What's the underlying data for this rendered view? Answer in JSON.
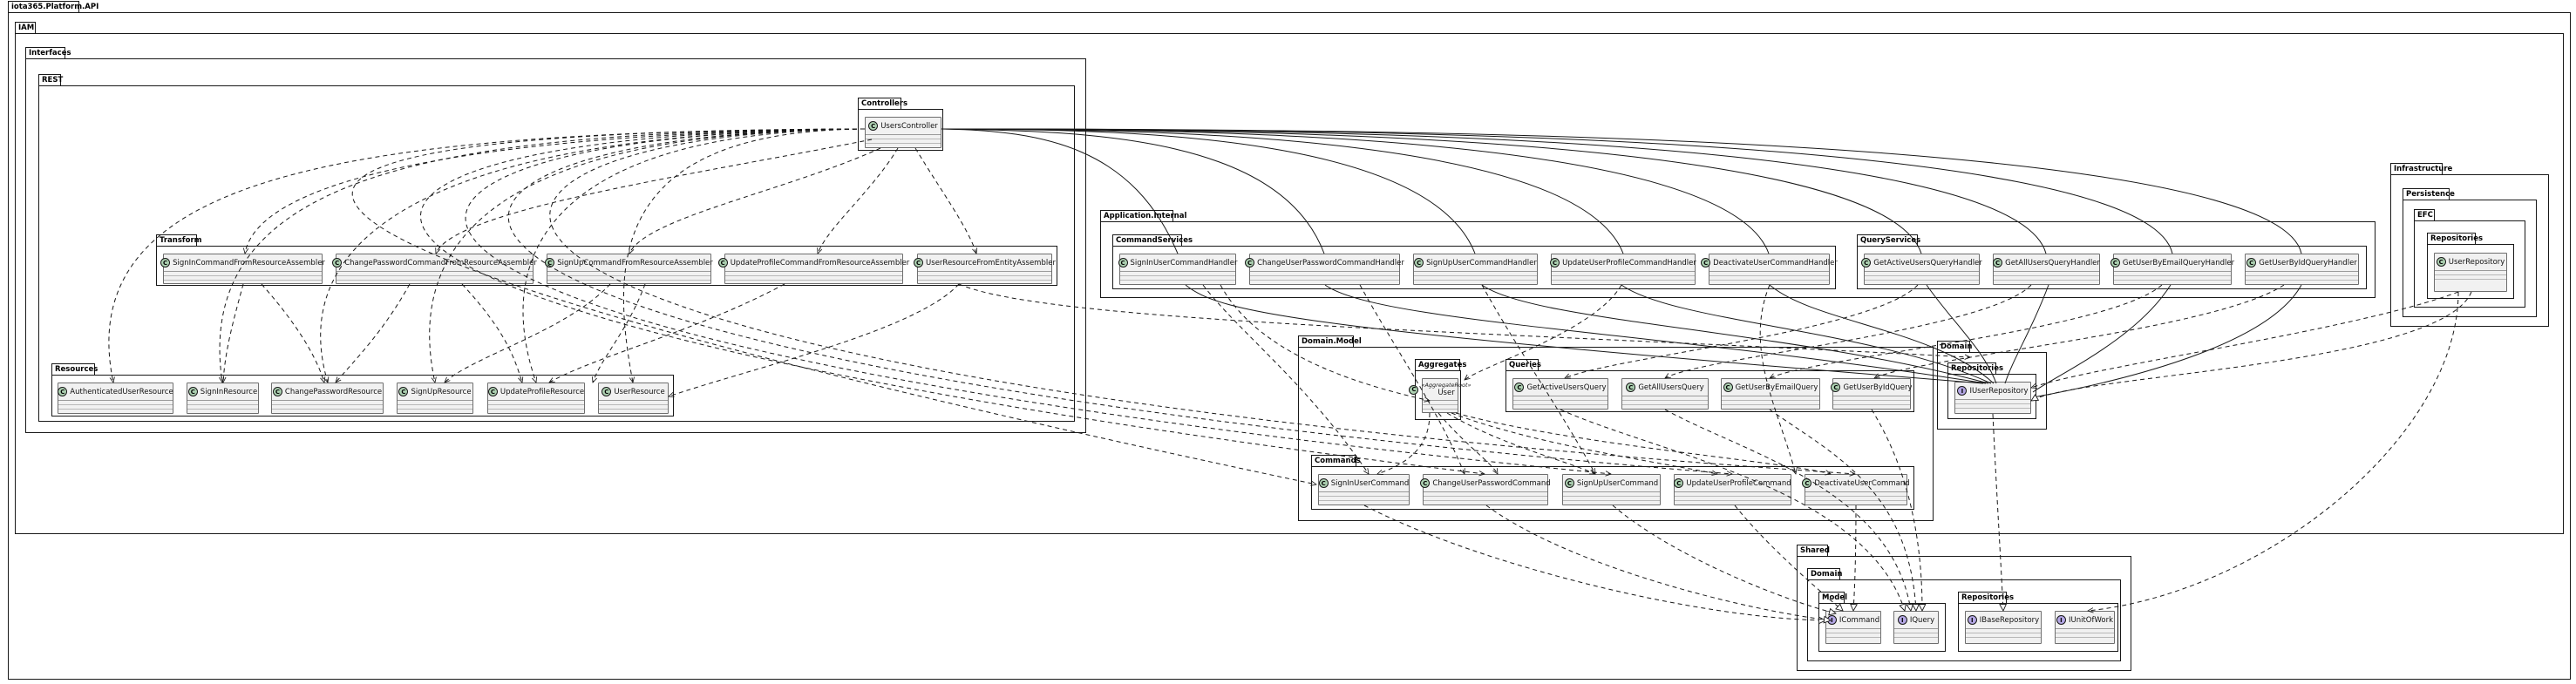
{
  "packages": {
    "root": "iota365.Platform.API",
    "iam": "IAM",
    "interfaces": "Interfaces",
    "rest": "REST",
    "controllers": "Controllers",
    "transform": "Transform",
    "resources": "Resources",
    "application_internal": "Application.Internal",
    "command_services": "CommandServices",
    "query_services": "QueryServices",
    "domain_model": "Domain.Model",
    "aggregates": "Aggregates",
    "queries": "Queries",
    "commands": "Commands",
    "iam_domain": "Domain",
    "iam_domain_repositories": "Repositories",
    "infrastructure": "Infrastructure",
    "persistence": "Persistence",
    "efc": "EFC",
    "efc_repositories": "Repositories",
    "shared": "Shared",
    "shared_domain": "Domain",
    "shared_model": "Model",
    "shared_repositories": "Repositories"
  },
  "classes": {
    "users_controller": {
      "name": "UsersController",
      "spot": "C",
      "kind": "class"
    },
    "signin_assembler": {
      "name": "SignInCommandFromResourceAssembler",
      "spot": "C",
      "kind": "class"
    },
    "changepw_assembler": {
      "name": "ChangePasswordCommandFromResourceAssembler",
      "spot": "C",
      "kind": "class"
    },
    "signup_assembler": {
      "name": "SignUpCommandFromResourceAssembler",
      "spot": "C",
      "kind": "class"
    },
    "updateprofile_assembler": {
      "name": "UpdateProfileCommandFromResourceAssembler",
      "spot": "C",
      "kind": "class"
    },
    "userresource_assembler": {
      "name": "UserResourceFromEntityAssembler",
      "spot": "C",
      "kind": "class"
    },
    "authenticated_user_resource": {
      "name": "AuthenticatedUserResource",
      "spot": "C",
      "kind": "class"
    },
    "signin_resource": {
      "name": "SignInResource",
      "spot": "C",
      "kind": "class"
    },
    "changepw_resource": {
      "name": "ChangePasswordResource",
      "spot": "C",
      "kind": "class"
    },
    "signup_resource": {
      "name": "SignUpResource",
      "spot": "C",
      "kind": "class"
    },
    "updateprofile_resource": {
      "name": "UpdateProfileResource",
      "spot": "C",
      "kind": "class"
    },
    "user_resource": {
      "name": "UserResource",
      "spot": "C",
      "kind": "class"
    },
    "signin_handler": {
      "name": "SignInUserCommandHandler",
      "spot": "C",
      "kind": "class"
    },
    "changepw_handler": {
      "name": "ChangeUserPasswordCommandHandler",
      "spot": "C",
      "kind": "class"
    },
    "signup_handler": {
      "name": "SignUpUserCommandHandler",
      "spot": "C",
      "kind": "class"
    },
    "updateprofile_handler": {
      "name": "UpdateUserProfileCommandHandler",
      "spot": "C",
      "kind": "class"
    },
    "deactivate_handler": {
      "name": "DeactivateUserCommandHandler",
      "spot": "C",
      "kind": "class"
    },
    "getactive_handler": {
      "name": "GetActiveUsersQueryHandler",
      "spot": "C",
      "kind": "class"
    },
    "getall_handler": {
      "name": "GetAllUsersQueryHandler",
      "spot": "C",
      "kind": "class"
    },
    "getbyemail_handler": {
      "name": "GetUserByEmailQueryHandler",
      "spot": "C",
      "kind": "class"
    },
    "getbyid_handler": {
      "name": "GetUserByIdQueryHandler",
      "spot": "C",
      "kind": "class"
    },
    "user_aggregate": {
      "name": "User",
      "stereotype": "«AggregateRoot»",
      "spot": "C",
      "kind": "class"
    },
    "getactive_query": {
      "name": "GetActiveUsersQuery",
      "spot": "C",
      "kind": "class"
    },
    "getall_query": {
      "name": "GetAllUsersQuery",
      "spot": "C",
      "kind": "class"
    },
    "getbyemail_query": {
      "name": "GetUserByEmailQuery",
      "spot": "C",
      "kind": "class"
    },
    "getbyid_query": {
      "name": "GetUserByIdQuery",
      "spot": "C",
      "kind": "class"
    },
    "signin_command": {
      "name": "SignInUserCommand",
      "spot": "C",
      "kind": "class"
    },
    "changepw_command": {
      "name": "ChangeUserPasswordCommand",
      "spot": "C",
      "kind": "class"
    },
    "signup_command": {
      "name": "SignUpUserCommand",
      "spot": "C",
      "kind": "class"
    },
    "updateprofile_command": {
      "name": "UpdateUserProfileCommand",
      "spot": "C",
      "kind": "class"
    },
    "deactivate_command": {
      "name": "DeactivateUserCommand",
      "spot": "C",
      "kind": "class"
    },
    "iuser_repository": {
      "name": "IUserRepository",
      "spot": "I",
      "kind": "interface"
    },
    "user_repository": {
      "name": "UserRepository",
      "spot": "C",
      "kind": "class"
    },
    "icommand": {
      "name": "ICommand",
      "spot": "I",
      "kind": "interface"
    },
    "iquery": {
      "name": "IQuery",
      "spot": "I",
      "kind": "interface"
    },
    "ibase_repository": {
      "name": "IBaseRepository",
      "spot": "I",
      "kind": "interface"
    },
    "iunit_of_work": {
      "name": "IUnitOfWork",
      "spot": "I",
      "kind": "interface"
    }
  },
  "colors": {
    "class_fill": "#f1f1f1",
    "class_spot": "#add1b2",
    "interface_spot": "#b4a7e5",
    "border": "#181818",
    "line": "#181818"
  }
}
